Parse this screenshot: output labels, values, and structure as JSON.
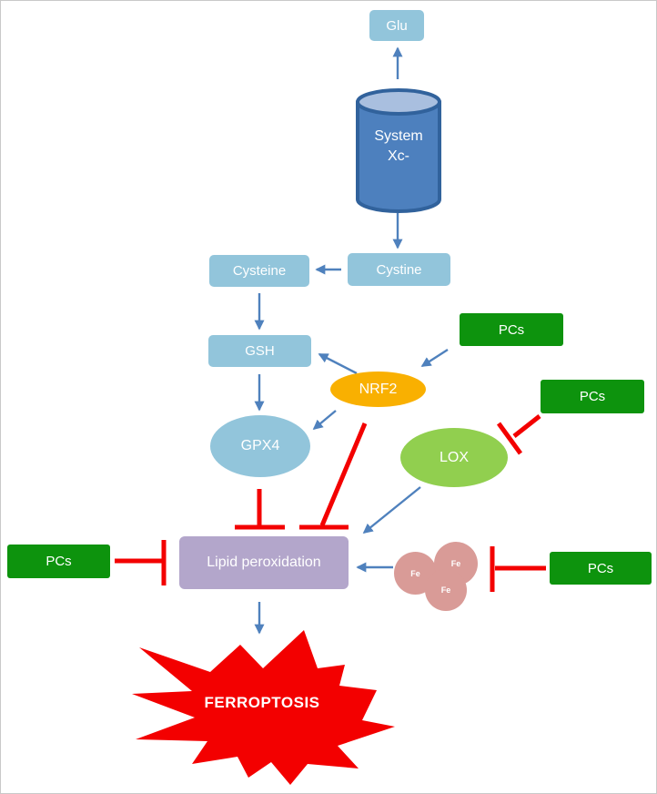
{
  "title": "Ferroptosis pathway diagram",
  "nodes": {
    "glu": "Glu",
    "system_xc": "System\nXc-",
    "cystine": "Cystine",
    "cysteine": "Cysteine",
    "gsh": "GSH",
    "nrf2": "NRF2",
    "gpx4": "GPX4",
    "lox": "LOX",
    "lipid_peroxidation": "Lipid peroxidation",
    "ferroptosis": "FERROPTOSIS",
    "pcs_nrf2": "PCs",
    "pcs_lox": "PCs",
    "pcs_lipid": "PCs",
    "pcs_fe": "PCs",
    "fe": "Fe"
  },
  "edges": [
    {
      "from": "System Xc-",
      "to": "Glu",
      "type": "activation"
    },
    {
      "from": "System Xc-",
      "to": "Cystine",
      "type": "activation"
    },
    {
      "from": "Cystine",
      "to": "Cysteine",
      "type": "activation"
    },
    {
      "from": "Cysteine",
      "to": "GSH",
      "type": "activation"
    },
    {
      "from": "GSH",
      "to": "GPX4",
      "type": "activation"
    },
    {
      "from": "NRF2",
      "to": "GSH",
      "type": "activation"
    },
    {
      "from": "NRF2",
      "to": "GPX4",
      "type": "activation"
    },
    {
      "from": "PCs",
      "to": "NRF2",
      "type": "activation"
    },
    {
      "from": "PCs",
      "to": "LOX",
      "type": "inhibition"
    },
    {
      "from": "GPX4",
      "to": "Lipid peroxidation",
      "type": "inhibition"
    },
    {
      "from": "NRF2",
      "to": "Lipid peroxidation",
      "type": "inhibition"
    },
    {
      "from": "LOX",
      "to": "Lipid peroxidation",
      "type": "activation"
    },
    {
      "from": "Fe",
      "to": "Lipid peroxidation",
      "type": "activation"
    },
    {
      "from": "PCs",
      "to": "Lipid peroxidation",
      "type": "inhibition"
    },
    {
      "from": "PCs",
      "to": "Fe",
      "type": "inhibition"
    },
    {
      "from": "Lipid peroxidation",
      "to": "FERROPTOSIS",
      "type": "activation"
    }
  ],
  "colors": {
    "light_blue": "#92C5DB",
    "cylinder_blue": "#4D80BE",
    "cylinder_border": "#31629C",
    "cylinder_top": "#A9BFDF",
    "nrf2_orange": "#F9B001",
    "lox_green": "#91CF4F",
    "pcs_green": "#0D930D",
    "lipid_lavender": "#B3A6CB",
    "fe_pink": "#D99B97",
    "inhibit_red": "#F30000",
    "arrow_blue": "#4F81BD",
    "label_white": "#FFFFFF"
  }
}
